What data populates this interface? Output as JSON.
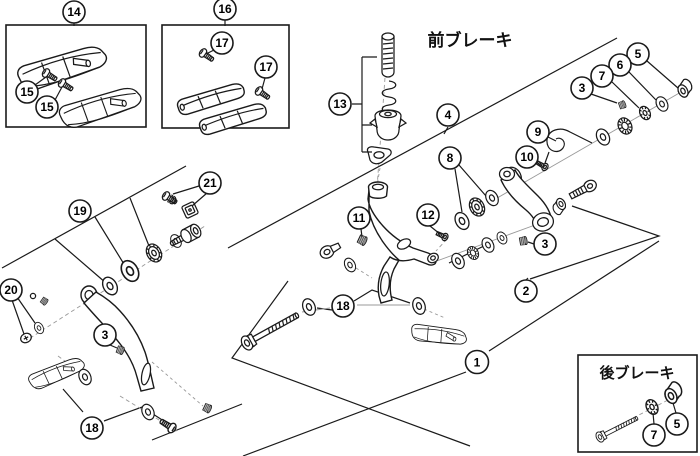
{
  "labels": {
    "front_brake": "前ブレーキ",
    "rear_brake": "後ブレーキ"
  },
  "callouts": {
    "c1": "1",
    "c2": "2",
    "c3": "3",
    "c4": "4",
    "c5": "5",
    "c6": "6",
    "c7": "7",
    "c8": "8",
    "c9": "9",
    "c10": "10",
    "c11": "11",
    "c12": "12",
    "c13": "13",
    "c14": "14",
    "c15": "15",
    "c16": "16",
    "c17": "17",
    "c18": "18",
    "c19": "19",
    "c20": "20",
    "c21": "21"
  }
}
